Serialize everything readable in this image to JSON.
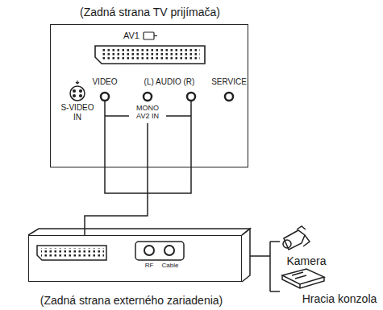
{
  "diagram": {
    "nodes": [
      {
        "text": [
          "(Zadná strana TV prijímača)"
        ]
      },
      {
        "text": [
          "(Zadná strana externého zariadenia)"
        ]
      }
    ],
    "edges": [
      {
        "from": 0,
        "to": 1,
        "arrow": "none"
      }
    ],
    "labels": [
      "AV1",
      "S-VIDEO IN",
      "VIDEO",
      "(L) AUDIO (R)",
      "SERVICE",
      "MONO",
      "AV2 IN",
      "RF",
      "Cable",
      "Kamera",
      "Hracia konzola"
    ]
  }
}
